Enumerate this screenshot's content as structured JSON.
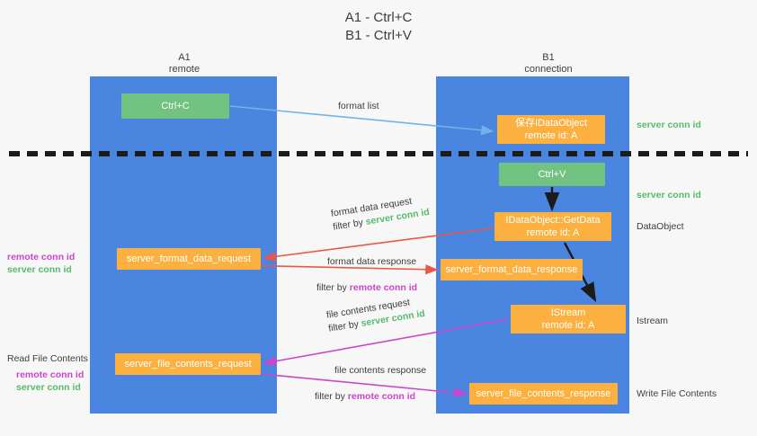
{
  "title": {
    "line1": "A1 - Ctrl+C",
    "line2": "B1 - Ctrl+V"
  },
  "lanes": [
    {
      "id": "a1",
      "name": "A1",
      "role": "remote"
    },
    {
      "id": "b1",
      "name": "B1",
      "role": "connection"
    }
  ],
  "nodes": {
    "ctrl_c": {
      "label": "Ctrl+C",
      "sub": ""
    },
    "save_idataobject": {
      "label": "保存IDataObject",
      "sub": "remote id: A"
    },
    "ctrl_v": {
      "label": "Ctrl+V",
      "sub": ""
    },
    "getdata": {
      "label": "IDataObject::GetData",
      "sub": "remote id: A"
    },
    "istream": {
      "label": "IStream",
      "sub": "remote id: A"
    },
    "format_data_request": {
      "label": "server_format_data_request",
      "sub": ""
    },
    "format_data_response": {
      "label": "server_format_data_response",
      "sub": ""
    },
    "file_contents_request": {
      "label": "server_file_contents_request",
      "sub": ""
    },
    "file_contents_response": {
      "label": "server_file_contents_response",
      "sub": ""
    }
  },
  "edge_labels": {
    "format_list": {
      "line1": "format list",
      "line2_prefix": "",
      "line2_key": ""
    },
    "format_data_request": {
      "line1": "format data request",
      "line2_prefix": "filter by ",
      "line2_key": "server conn id"
    },
    "format_data_response": {
      "line1": "format data response",
      "line2_prefix": "filter by ",
      "line2_key": "remote conn id"
    },
    "file_contents_request": {
      "line1": "file contents request",
      "line2_prefix": "filter by ",
      "line2_key": "server conn id"
    },
    "file_contents_response": {
      "line1": "file contents response",
      "line2_prefix": "filter by ",
      "line2_key": "remote conn id"
    }
  },
  "annotations": {
    "server_conn_id_top": "server conn id",
    "server_conn_id_mid": "server conn id",
    "dataobject": "DataObject",
    "istream": "Istream",
    "write_file_contents": "Write File Contents",
    "read_file_contents": "Read File Contents",
    "remote_conn_id": "remote conn id",
    "server_conn_id": "server conn id"
  },
  "colors": {
    "lane": "#4a86e0",
    "green_node": "#72c282",
    "orange_node": "#fbb040",
    "green_text": "#57bb6a",
    "magenta_text": "#cc44cc",
    "arrow_blue": "#6fb3e8",
    "arrow_red": "#e8584a",
    "arrow_magenta": "#cc44cc",
    "arrow_black": "#1b1b1b",
    "background": "#f7f7f7"
  }
}
